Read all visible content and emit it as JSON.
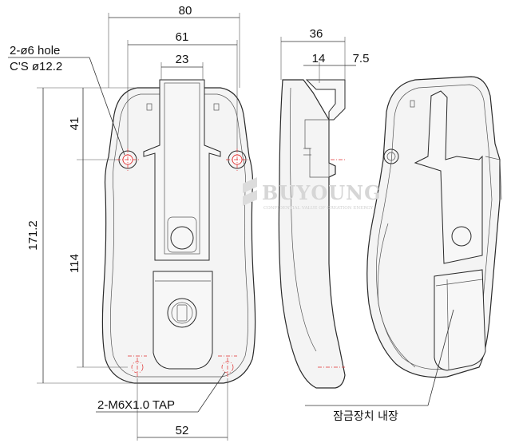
{
  "dimensions": {
    "width_overall": "80",
    "hole_pitch": "61",
    "slot_width": "23",
    "depth_overall": "36",
    "side_step": "14",
    "side_lip": "7.5",
    "height_overall": "171.2",
    "top_to_hole": "41",
    "hole_to_tap": "114",
    "tap_pitch": "52"
  },
  "notes": {
    "hole_line1": "2-ø6 hole",
    "hole_line2": "C'S  ø12.2",
    "tap": "2-M6X1.0 TAP",
    "lock_label": "잠금장치 내장"
  },
  "watermark": {
    "brand": "BUYOUNG",
    "tagline": "CONFIDENTIAL VALUE OF CREATION ENERGY"
  }
}
